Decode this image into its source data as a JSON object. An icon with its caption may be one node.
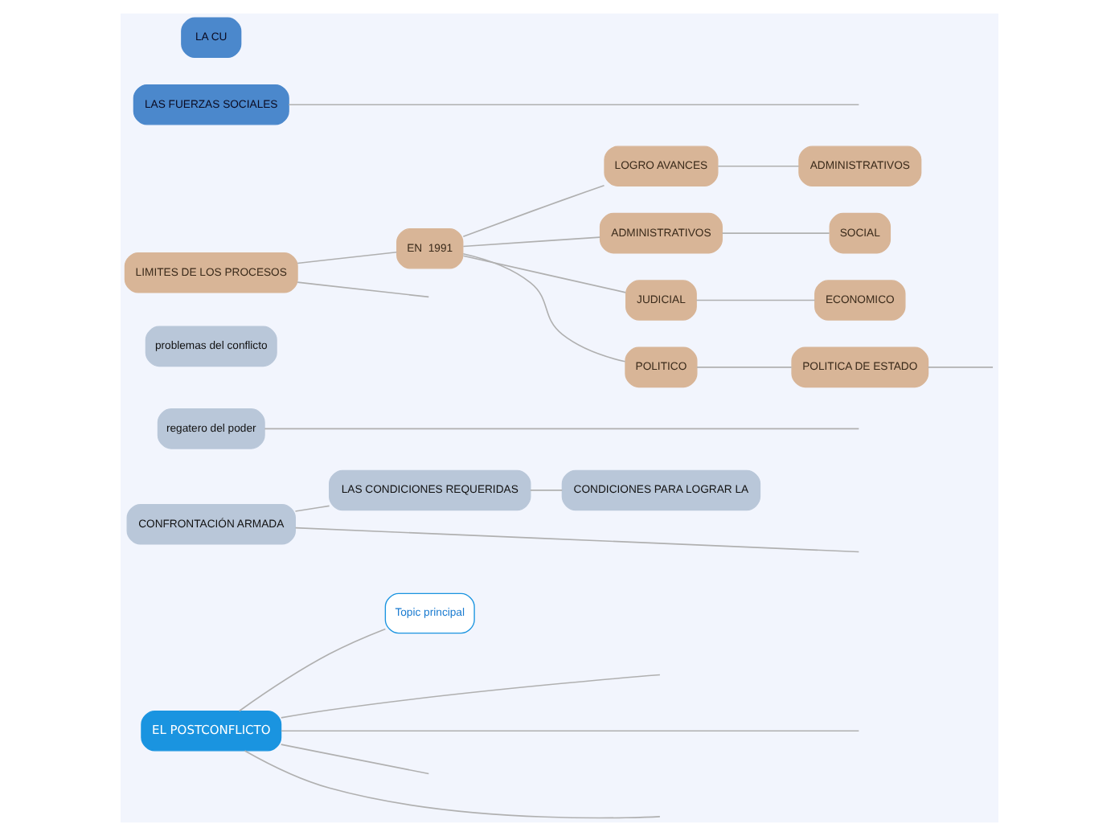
{
  "diagram": {
    "nodes": [
      {
        "text": [
          "EL POSTCONFLICTO"
        ]
      },
      {
        "text": [
          "Topic principal"
        ]
      },
      {
        "text": [
          "CONFRONTACIÓN ARMADA"
        ]
      },
      {
        "text": [
          "LAS CONDICIONES REQUERIDAS"
        ]
      },
      {
        "text": [
          "CONDICIONES PARA LOGRAR LA"
        ]
      },
      {
        "text": [
          "regatero del poder"
        ]
      },
      {
        "text": [
          "problemas del conflicto"
        ]
      },
      {
        "text": [
          "LIMITES DE LOS PROCESOS"
        ]
      },
      {
        "text": [
          "EN  1991"
        ]
      },
      {
        "text": [
          "LOGRO AVANCES"
        ]
      },
      {
        "text": [
          "ADMINISTRATIVOS"
        ]
      },
      {
        "text": [
          "ADMINISTRATIVOS"
        ]
      },
      {
        "text": [
          "SOCIAL"
        ]
      },
      {
        "text": [
          "JUDICIAL"
        ]
      },
      {
        "text": [
          "ECONOMICO"
        ]
      },
      {
        "text": [
          "POLITICO"
        ]
      },
      {
        "text": [
          "POLITICA DE ESTADO"
        ]
      },
      {
        "text": [
          "LAS FUERZAS SOCIALES"
        ]
      },
      {
        "text": [
          "LA CU"
        ]
      }
    ],
    "edges": [
      {
        "from": 0,
        "to": 1,
        "arrow": "none"
      },
      {
        "from": 0,
        "to": null,
        "arrow": "none"
      },
      {
        "from": 0,
        "to": null,
        "arrow": "none"
      },
      {
        "from": 0,
        "to": null,
        "arrow": "none"
      },
      {
        "from": 0,
        "to": null,
        "arrow": "none"
      },
      {
        "from": 2,
        "to": null,
        "arrow": "none"
      },
      {
        "from": 2,
        "to": 3,
        "arrow": "none"
      },
      {
        "from": 3,
        "to": 4,
        "arrow": "none"
      },
      {
        "from": 5,
        "to": null,
        "arrow": "none"
      },
      {
        "from": 7,
        "to": null,
        "arrow": "none"
      },
      {
        "from": 7,
        "to": 8,
        "arrow": "none"
      },
      {
        "from": 8,
        "to": 9,
        "arrow": "none"
      },
      {
        "from": 8,
        "to": 11,
        "arrow": "none"
      },
      {
        "from": 8,
        "to": 13,
        "arrow": "none"
      },
      {
        "from": 8,
        "to": 15,
        "arrow": "none"
      },
      {
        "from": 9,
        "to": 10,
        "arrow": "none"
      },
      {
        "from": 11,
        "to": 12,
        "arrow": "none"
      },
      {
        "from": 13,
        "to": 14,
        "arrow": "none"
      },
      {
        "from": 15,
        "to": 16,
        "arrow": "none"
      },
      {
        "from": 16,
        "to": null,
        "arrow": "none"
      },
      {
        "from": 17,
        "to": null,
        "arrow": "none"
      }
    ]
  }
}
